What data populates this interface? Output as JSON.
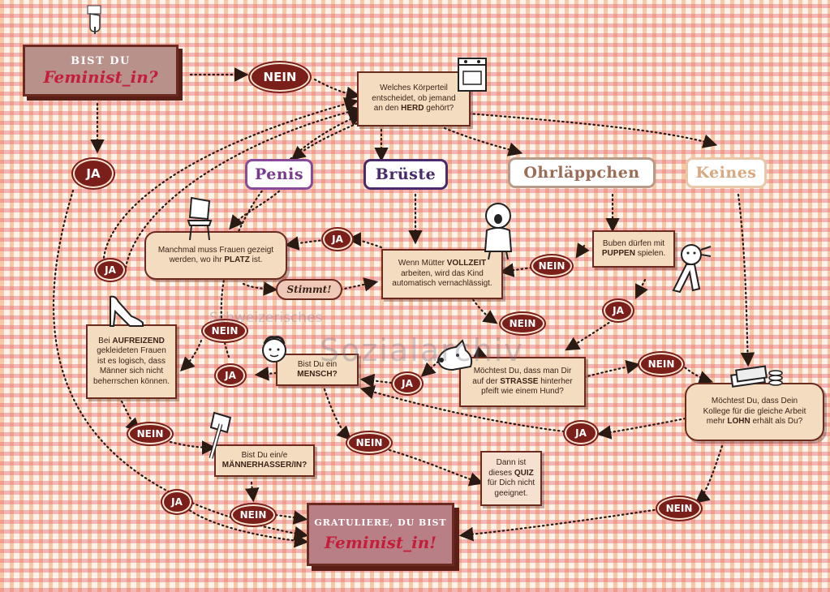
{
  "title": {
    "line1": "BIST DU",
    "line2": "Feminist_in?"
  },
  "start_question": {
    "line1": "Welches Körperteil",
    "line2": "entscheidet, ob jemand",
    "line3": "an den",
    "strong": "HERD",
    "line3b": "gehört?"
  },
  "options": {
    "penis": "Penis",
    "brueste": "Brüste",
    "ohr": "Ohrläppchen",
    "keines": "Keines"
  },
  "boxes": {
    "platz": {
      "a": "Manchmal muss Frauen gezeigt",
      "b": "werden, wo ihr",
      "strong": "PLATZ",
      "c": "ist."
    },
    "vollzeit": {
      "a": "Wenn Mütter",
      "strong": "VOLLZEIT",
      "b": "arbeiten, wird das Kind",
      "c": "automatisch vernachlässigt."
    },
    "puppen": {
      "a": "Buben dürfen mit",
      "strong": "PUPPEN",
      "b": "spielen."
    },
    "aufreizend": {
      "a": "Bei",
      "strong": "AUFREIZEND",
      "b": "gekleideten Frauen",
      "c": "ist es logisch, dass",
      "d": "Männer sich nicht",
      "e": "beherrschen können."
    },
    "mensch": {
      "a": "Bist Du ein",
      "strong": "MENSCH?"
    },
    "strasse": {
      "a": "Möchtest Du, dass man Dir",
      "b": "auf der",
      "strong": "STRASSE",
      "c": "hinterher",
      "d": "pfeift wie einem Hund?"
    },
    "lohn": {
      "a": "Möchtest Du, dass Dein",
      "b": "Kollege für die gleiche Arbeit",
      "c": "mehr",
      "strong": "LOHN",
      "d": "erhält als Du?"
    },
    "maennerhasser": {
      "a": "Bist Du ein/e",
      "strong": "MÄNNERHASSER/IN?"
    },
    "quiz": {
      "a": "Dann ist",
      "b": "dieses",
      "strong": "QUIZ",
      "c": "für Dich nicht",
      "d": "geeignet."
    }
  },
  "stimmt": "Stimmt!",
  "end": {
    "line1": "GRATULIERE, DU BIST",
    "line2": "Feminist_in!"
  },
  "labels": {
    "ja": "JA",
    "nein": "NEIN"
  },
  "watermark": {
    "line1": "Schweizerisches",
    "line2": "Sozialarchiv"
  },
  "colors": {
    "dark_red": "#7a1f1a",
    "box_fill": "#f3dcc0",
    "title_fill": "#b8918b",
    "end_fill": "#b87f86"
  }
}
